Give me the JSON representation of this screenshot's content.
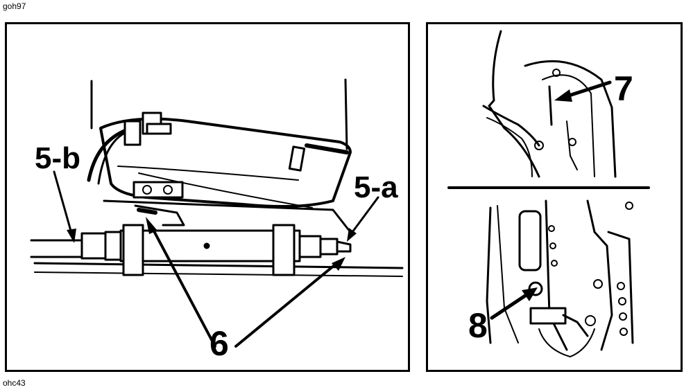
{
  "figure_codes": {
    "top": "goh97",
    "bottom": "ohc43"
  },
  "callouts": {
    "label_5b": "5-b",
    "label_5a": "5-a",
    "label_6": "6",
    "label_7": "7",
    "label_8": "8"
  }
}
